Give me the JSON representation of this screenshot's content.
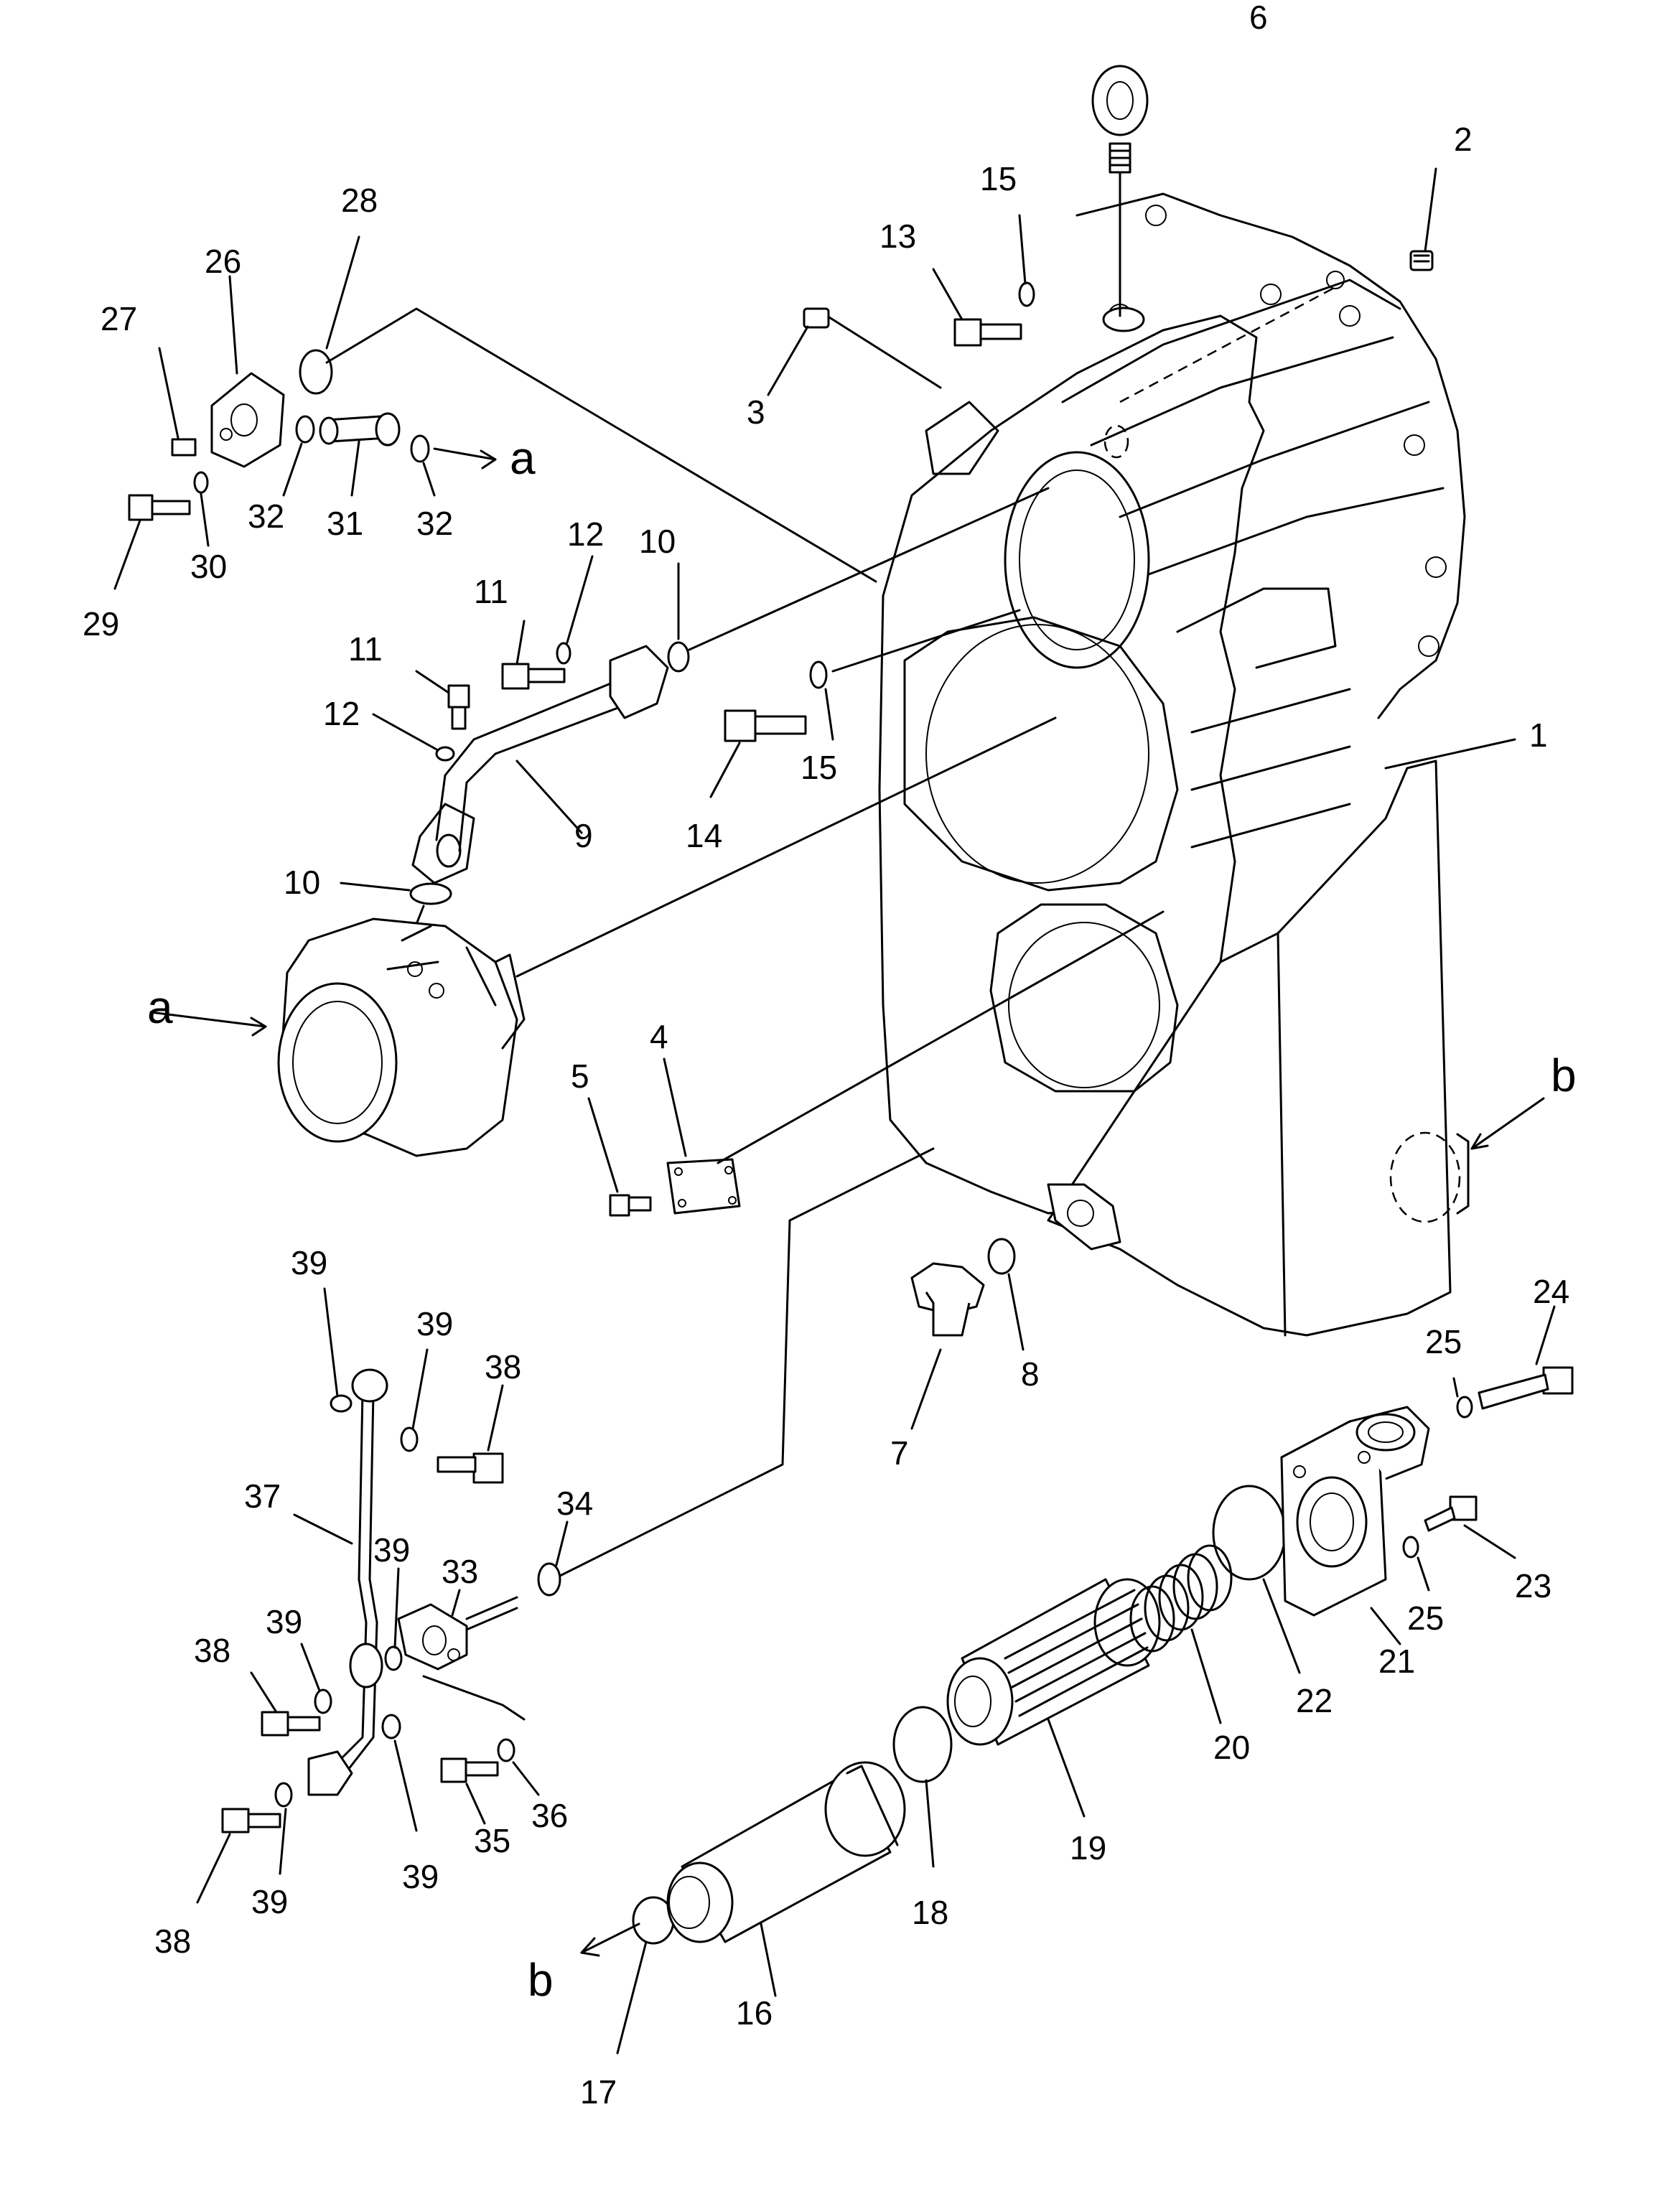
{
  "callouts": {
    "n1": "1",
    "n2": "2",
    "n3": "3",
    "n4": "4",
    "n5": "5",
    "n6": "6",
    "n7": "7",
    "n8": "8",
    "n9": "9",
    "n10a": "10",
    "n10b": "10",
    "n11a": "11",
    "n11b": "11",
    "n12a": "12",
    "n12b": "12",
    "n13": "13",
    "n14": "14",
    "n15a": "15",
    "n15b": "15",
    "n16": "16",
    "n17": "17",
    "n18": "18",
    "n19": "19",
    "n20": "20",
    "n21": "21",
    "n22": "22",
    "n23": "23",
    "n24": "24",
    "n25a": "25",
    "n25b": "25",
    "n26": "26",
    "n27": "27",
    "n28": "28",
    "n29": "29",
    "n30": "30",
    "n31": "31",
    "n32a": "32",
    "n32b": "32",
    "n33": "33",
    "n34": "34",
    "n35": "35",
    "n36": "36",
    "n37": "37",
    "n38a": "38",
    "n38b": "38",
    "n38c": "38",
    "n39a": "39",
    "n39b": "39",
    "n39c": "39",
    "n39d": "39",
    "n39e": "39",
    "n39f": "39"
  },
  "references": {
    "a_top": "a",
    "a_left": "a",
    "b_right": "b",
    "b_bottom": "b"
  }
}
